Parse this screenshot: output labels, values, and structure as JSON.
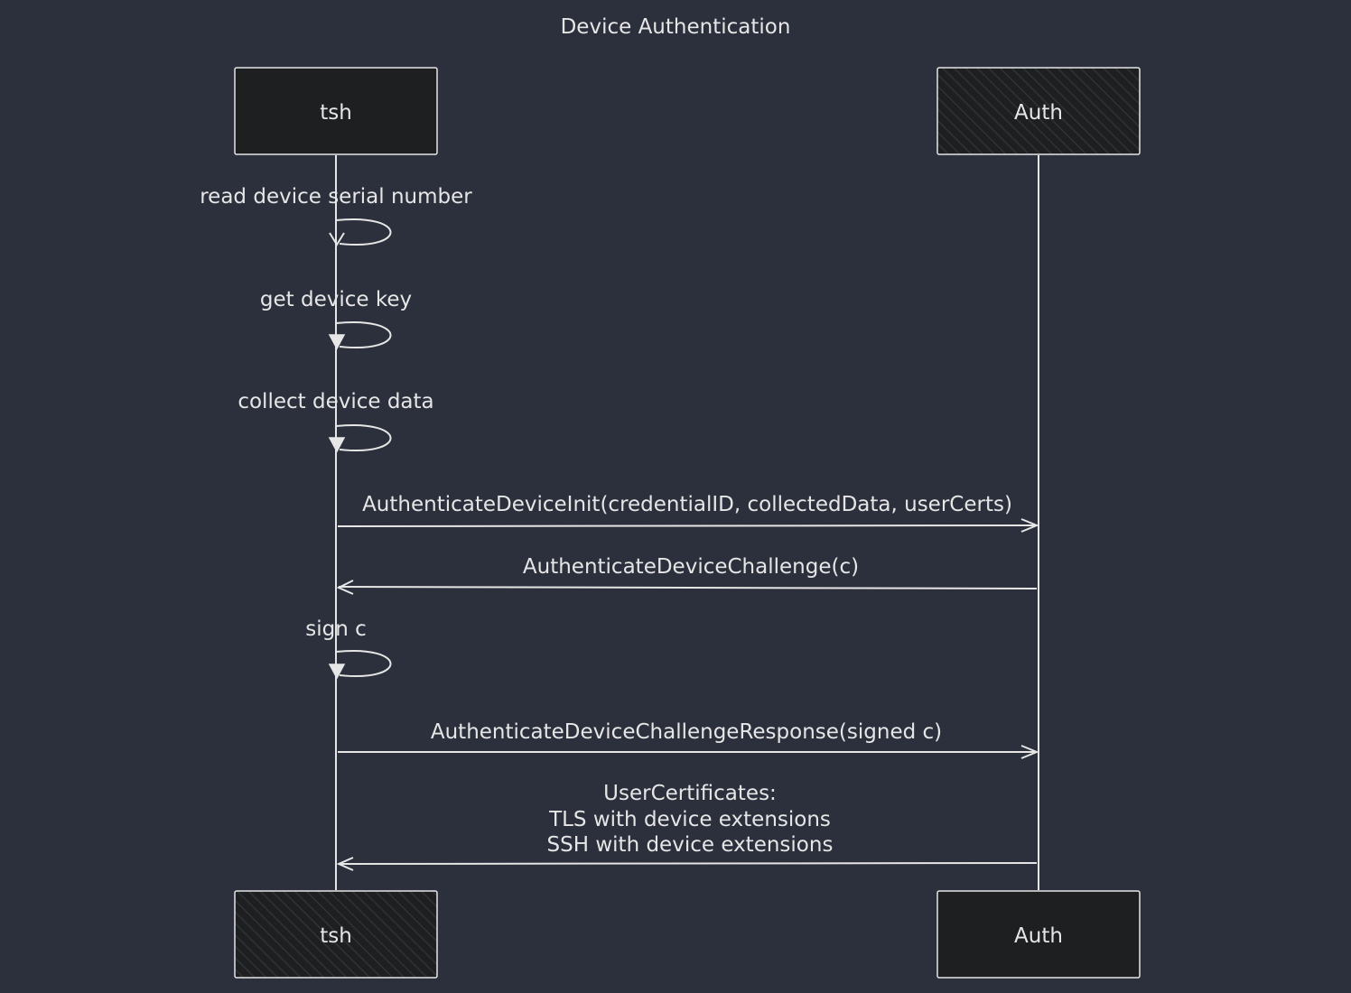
{
  "diagram": {
    "title": "Device Authentication",
    "colors": {
      "background": "#2b303c",
      "foreground": "#e6e6e6",
      "actor_fill": "#1e1f21"
    },
    "actors": {
      "tsh": {
        "label": "tsh"
      },
      "auth": {
        "label": "Auth"
      }
    },
    "messages": [
      {
        "from": "tsh",
        "to": "tsh",
        "arrow": "open",
        "lines": [
          "read device serial number"
        ]
      },
      {
        "from": "tsh",
        "to": "tsh",
        "arrow": "solid",
        "lines": [
          "get device key"
        ]
      },
      {
        "from": "tsh",
        "to": "tsh",
        "arrow": "solid",
        "lines": [
          "collect device data"
        ]
      },
      {
        "from": "tsh",
        "to": "auth",
        "arrow": "open",
        "lines": [
          "AuthenticateDeviceInit(credentialID, collectedData, userCerts)"
        ]
      },
      {
        "from": "auth",
        "to": "tsh",
        "arrow": "open",
        "lines": [
          "AuthenticateDeviceChallenge(c)"
        ]
      },
      {
        "from": "tsh",
        "to": "tsh",
        "arrow": "solid",
        "lines": [
          "sign c"
        ]
      },
      {
        "from": "tsh",
        "to": "auth",
        "arrow": "open",
        "lines": [
          "AuthenticateDeviceChallengeResponse(signed c)"
        ]
      },
      {
        "from": "auth",
        "to": "tsh",
        "arrow": "open",
        "lines": [
          "UserCertificates:",
          "TLS with device extensions",
          "SSH with device extensions"
        ]
      }
    ]
  }
}
